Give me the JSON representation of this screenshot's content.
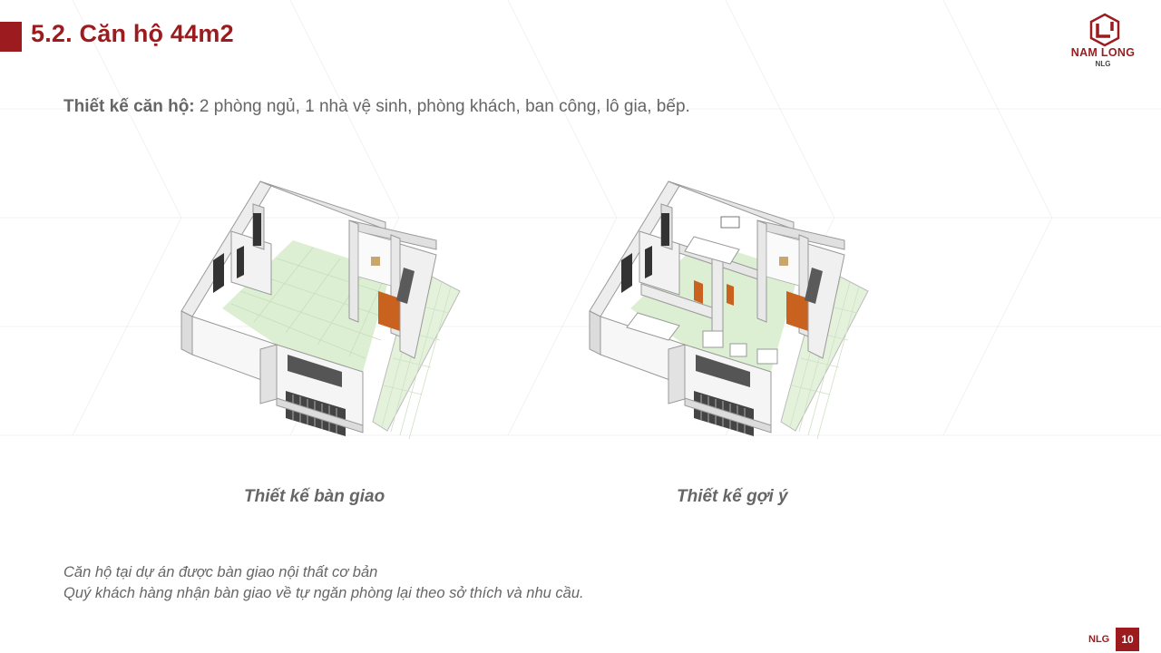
{
  "header": {
    "title": "5.2. Căn hộ 44m2"
  },
  "logo": {
    "name": "NAM LONG",
    "sub": "NLG"
  },
  "description": {
    "label": "Thiết kế căn hộ:",
    "text": " 2 phòng ngủ, 1 nhà vệ sinh, phòng khách, ban công, lô gia, bếp."
  },
  "plans": [
    {
      "caption": "Thiết kế bàn giao",
      "icon": "floorplan-3d-image"
    },
    {
      "caption": "Thiết kế gợi ý",
      "icon": "floorplan-3d-image"
    }
  ],
  "notes": [
    "Căn hộ tại dự án được bàn giao nội thất cơ bản",
    "Quý khách hàng nhận bàn giao về tự ngăn phòng lại theo sở thích và nhu cầu."
  ],
  "footer": {
    "code": "NLG",
    "page": "10"
  },
  "colors": {
    "brand": "#9b1b1f",
    "text": "#666666",
    "floor": "#dcefd2",
    "wall": "#f4f4f4"
  }
}
